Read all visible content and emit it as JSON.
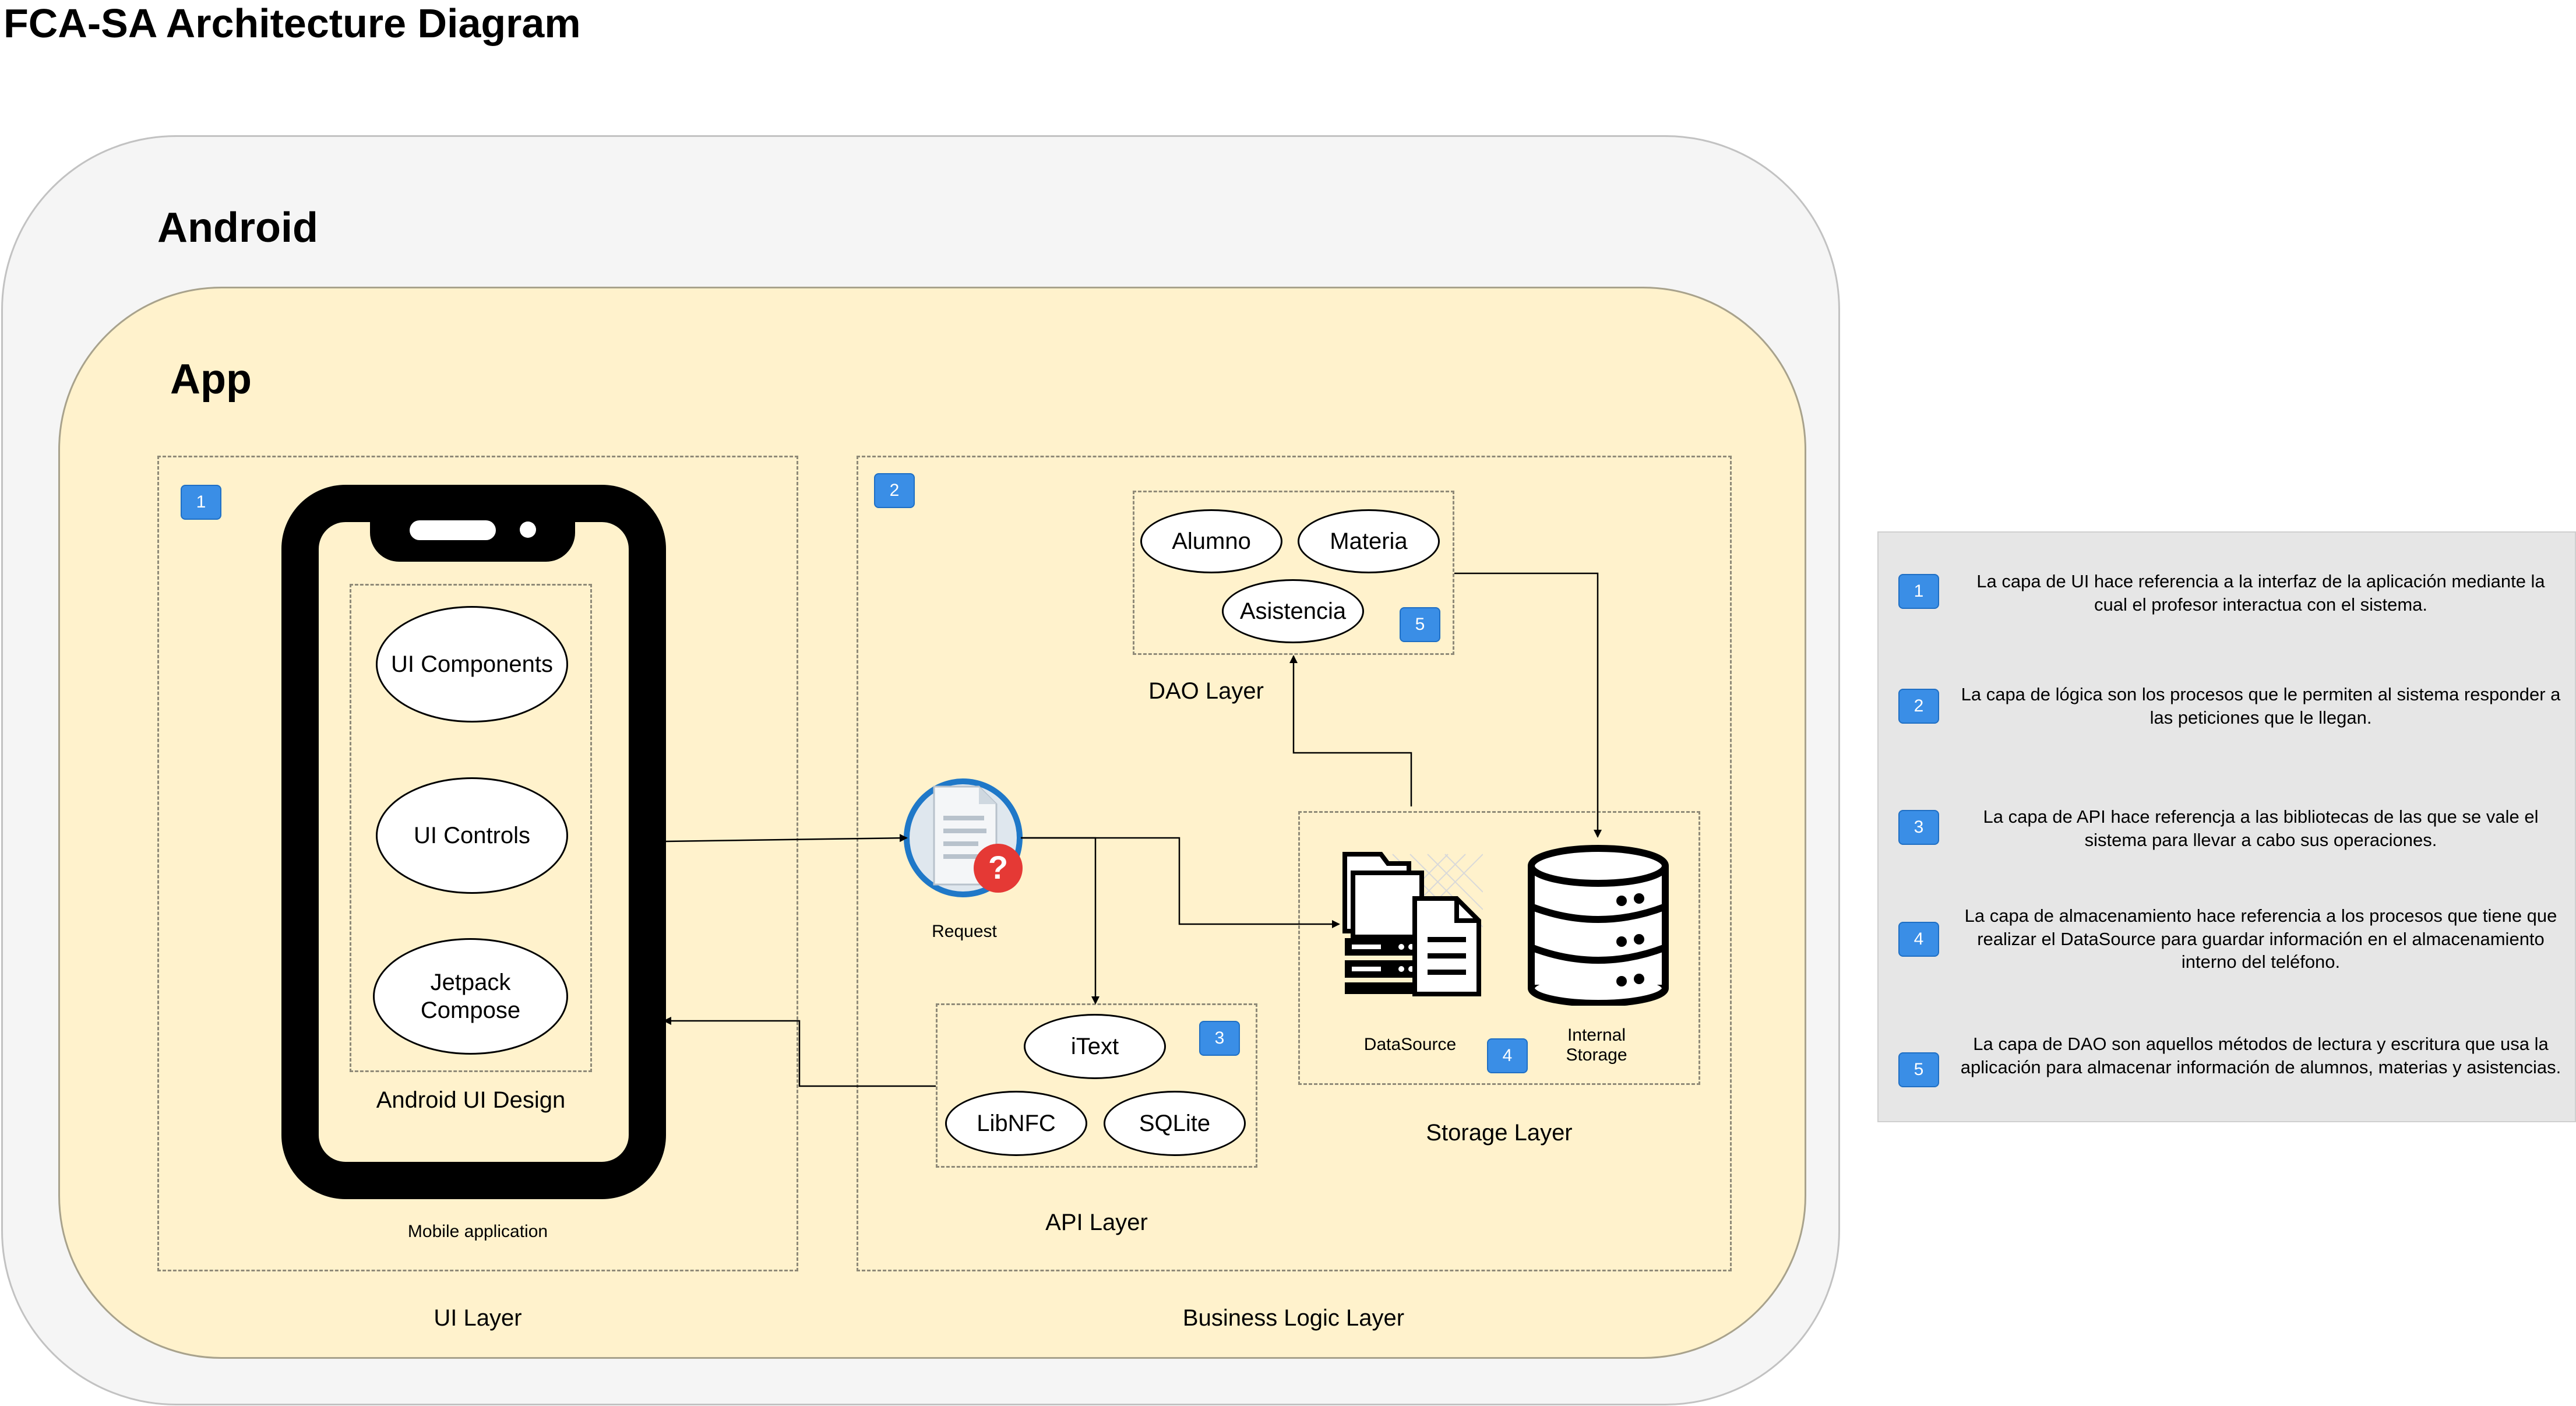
{
  "title": "FCA-SA Architecture Diagram",
  "android": {
    "label": "Android"
  },
  "app": {
    "label": "App"
  },
  "ui_layer": {
    "label": "UI Layer",
    "badge": "1",
    "device_label": "Mobile application",
    "design_label": "Android UI Design",
    "components": [
      "UI Components",
      "UI Controls",
      "Jetpack\nCompose"
    ]
  },
  "business_logic": {
    "label": "Business Logic Layer",
    "badge": "2",
    "request": {
      "label": "Request"
    },
    "dao": {
      "label": "DAO Layer",
      "badge": "5",
      "items": [
        "Alumno",
        "Materia",
        "Asistencia"
      ]
    },
    "api": {
      "label": "API Layer",
      "badge": "3",
      "items": [
        "iText",
        "LibNFC",
        "SQLite"
      ]
    },
    "storage": {
      "label": "Storage Layer",
      "badge": "4",
      "datasource_label": "DataSource",
      "internal_label": "Internal\nStorage"
    }
  },
  "notes": [
    {
      "badge": "1",
      "text": "La capa de UI hace referencia a la interfaz de la aplicación mediante la cual el profesor interactua con el sistema."
    },
    {
      "badge": "2",
      "text": "La capa de lógica son los procesos que le permiten al sistema responder a las peticiones que le llegan."
    },
    {
      "badge": "3",
      "text": "La capa de API hace referencja a las bibliotecas de las que se vale el sistema para llevar a cabo sus operaciones."
    },
    {
      "badge": "4",
      "text": "La capa de almacenamiento hace referencia a los procesos que tiene que realizar el DataSource para guardar información en el almacenamiento interno del teléfono."
    },
    {
      "badge": "5",
      "text": "La capa de DAO son aquellos métodos de lectura y escritura que usa la aplicación para almacenar información de alumnos, materias y asistencias."
    }
  ],
  "colors": {
    "android_bg": "#f5f5f5",
    "app_bg": "#fff2cc",
    "badge": "#3a8ee6",
    "panel_bg": "#e6e6e6"
  }
}
